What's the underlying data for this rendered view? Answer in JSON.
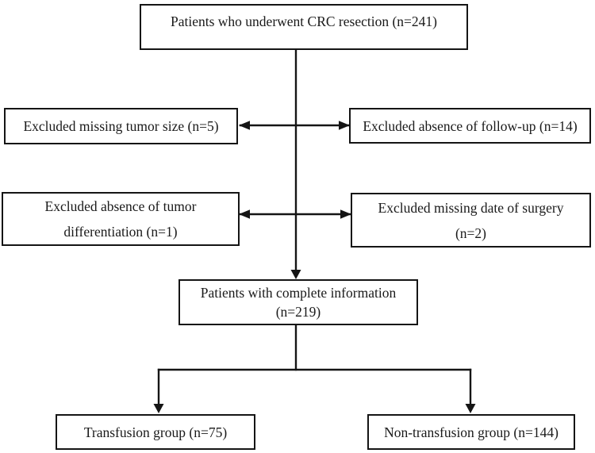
{
  "figure": {
    "kind": "patient-selection-flowchart"
  },
  "colors": {
    "background": "#ffffff",
    "box_border": "#151515",
    "arrow_line": "#151515",
    "text": "#1a1a1a"
  },
  "nodes": {
    "underwent_resection": {
      "line1": "Patients who underwent CRC resection (n=241)"
    },
    "excluded_tumor_size": {
      "line1": "Excluded missing tumor size (n=5)"
    },
    "excluded_followup": {
      "line1": "Excluded absence of follow-up (n=14)"
    },
    "excluded_differentiation": {
      "line1": "Excluded absence of tumor",
      "line2": "differentiation (n=1)"
    },
    "excluded_surgery_date": {
      "line1": "Excluded missing date of surgery",
      "line2": "(n=2)"
    },
    "complete_information": {
      "line1": "Patients with complete information",
      "line2": "(n=219)"
    },
    "transfusion_group": {
      "line1": "Transfusion group (n=75)"
    },
    "non_transfusion_group": {
      "line1": "Non-transfusion group (n=144)"
    }
  }
}
